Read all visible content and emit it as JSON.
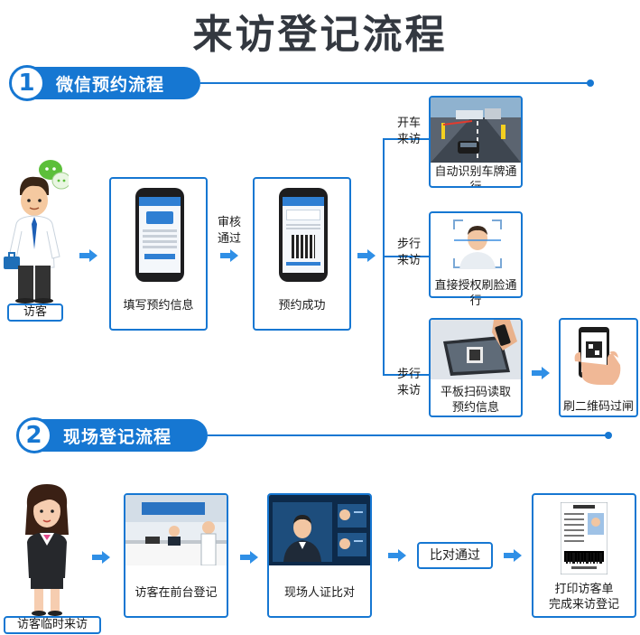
{
  "title": "来访登记流程",
  "colors": {
    "accent": "#1677d2",
    "arrow": "#2f8fe6"
  },
  "section1": {
    "number": "1",
    "title": "微信预约流程",
    "visitor_label": "访客",
    "steps": [
      "填写预约信息",
      "预约成功",
      "自动识别车牌通行",
      "直接授权刷脸通行",
      "平板扫码读取",
      "预约信息",
      "刷二维码过闸"
    ],
    "labels": {
      "review_1": "审核",
      "review_2": "通过",
      "drive_1": "开车",
      "drive_2": "来访",
      "walk_a1": "步行",
      "walk_a2": "来访",
      "walk_b1": "步行",
      "walk_b2": "来访"
    }
  },
  "section2": {
    "number": "2",
    "title": "现场登记流程",
    "visitor_label": "访客临时来访",
    "steps": [
      "访客在前台登记",
      "现场人证比对",
      "比对通过",
      "打印访客单",
      "完成来访登记"
    ]
  },
  "icons": [
    "wechat-icon",
    "visitor-man-icon",
    "visitor-woman-icon",
    "phone-form-icon",
    "phone-qr-icon",
    "car-gate-icon",
    "face-scan-icon",
    "tablet-scan-icon",
    "hand-phone-qr-icon",
    "reception-desk-icon",
    "id-compare-icon",
    "visitor-slip-icon"
  ]
}
